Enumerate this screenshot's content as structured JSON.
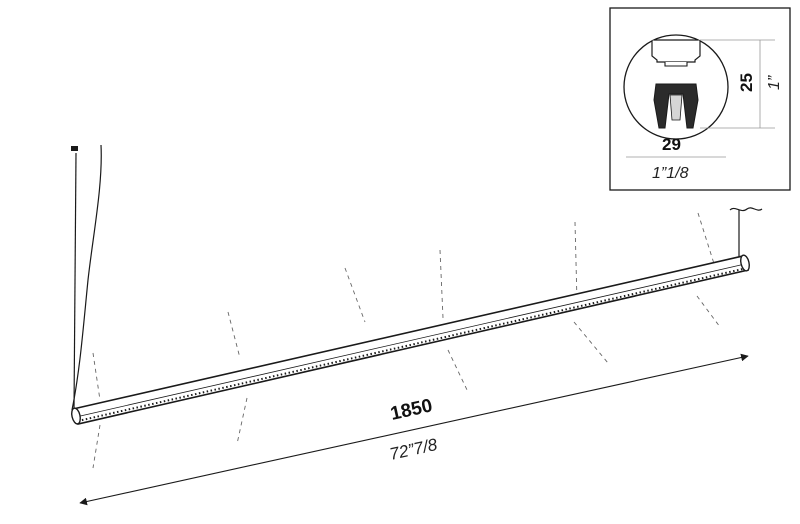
{
  "length": {
    "mm": "1850",
    "inch": "72”7/8"
  },
  "section": {
    "height_mm": "25",
    "height_inch": "1”",
    "width_mm": "29",
    "width_inch": "1”1/8"
  },
  "colors": {
    "line": "#1a1a1a",
    "dash": "#666666",
    "profile_dark": "#2b2b2b",
    "profile_light": "#d6d6d6"
  }
}
